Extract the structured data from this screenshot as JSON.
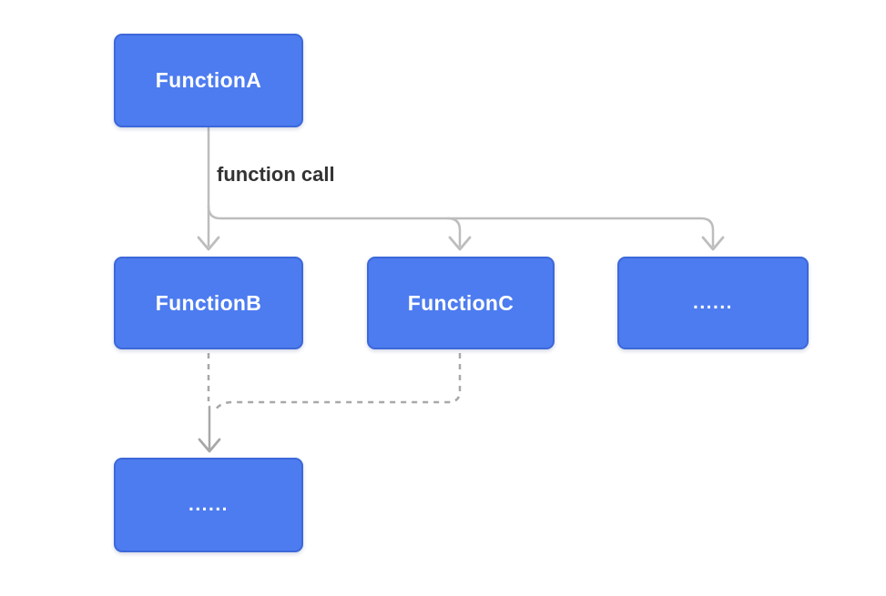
{
  "diagram": {
    "nodes": [
      {
        "id": "function-a",
        "label": "FunctionA"
      },
      {
        "id": "function-b",
        "label": "FunctionB"
      },
      {
        "id": "function-c",
        "label": "FunctionC"
      },
      {
        "id": "more-callees",
        "label": "......"
      },
      {
        "id": "more-nested-calls",
        "label": "......"
      }
    ],
    "edge_label": "function call",
    "edges": [
      {
        "from": "FunctionA",
        "to": "FunctionB",
        "style": "solid-arrow",
        "label": "function call"
      },
      {
        "from": "FunctionA",
        "to": "FunctionC",
        "style": "solid-arrow"
      },
      {
        "from": "FunctionA",
        "to": "......",
        "style": "solid-arrow"
      },
      {
        "from": "FunctionB",
        "to": "......",
        "style": "dashed-arrow"
      },
      {
        "from": "FunctionC",
        "to": "......",
        "style": "dashed-arrow"
      }
    ]
  },
  "colors": {
    "node_fill": "#4d7cf0",
    "node_border": "#3c68d9",
    "node_text": "#ffffff",
    "edge_solid": "#bdbdbd",
    "edge_dashed": "#a8a8a8",
    "edge_label_text": "#333333",
    "background": "#ffffff"
  }
}
